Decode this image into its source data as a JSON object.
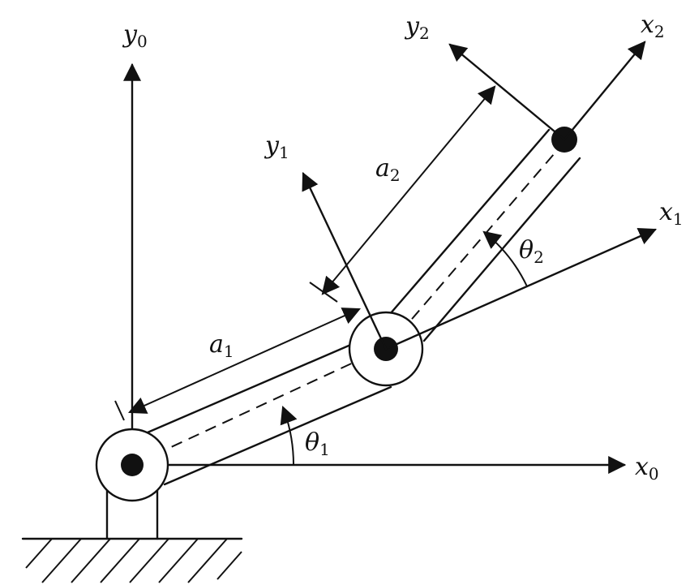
{
  "labels": {
    "y0": {
      "main": "y",
      "sub": "0"
    },
    "x0": {
      "main": "x",
      "sub": "0"
    },
    "y1": {
      "main": "y",
      "sub": "1"
    },
    "x1": {
      "main": "x",
      "sub": "1"
    },
    "y2": {
      "main": "y",
      "sub": "2"
    },
    "x2": {
      "main": "x",
      "sub": "2"
    },
    "a1": {
      "main": "a",
      "sub": "1"
    },
    "a2": {
      "main": "a",
      "sub": "2"
    },
    "theta1": {
      "main": "θ",
      "sub": "1"
    },
    "theta2": {
      "main": "θ",
      "sub": "2"
    }
  },
  "colors": {
    "ink": "#111111",
    "background": "#ffffff"
  }
}
